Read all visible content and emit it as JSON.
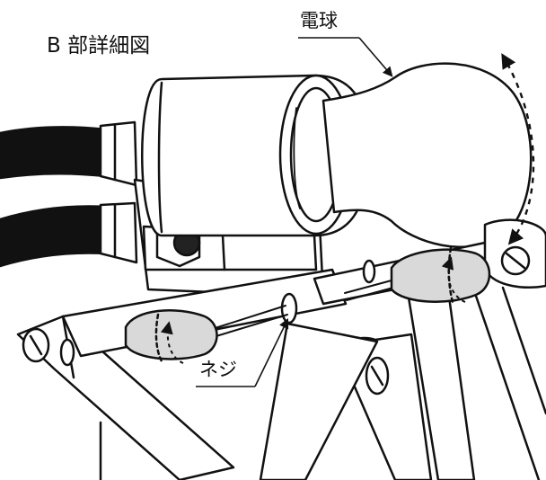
{
  "title": "B 部詳細図",
  "labels": {
    "bulb": "電球",
    "screw": "ネジ"
  },
  "colors": {
    "line": "#111111",
    "highlight": "#d9d9d9",
    "background": "#ffffff"
  }
}
